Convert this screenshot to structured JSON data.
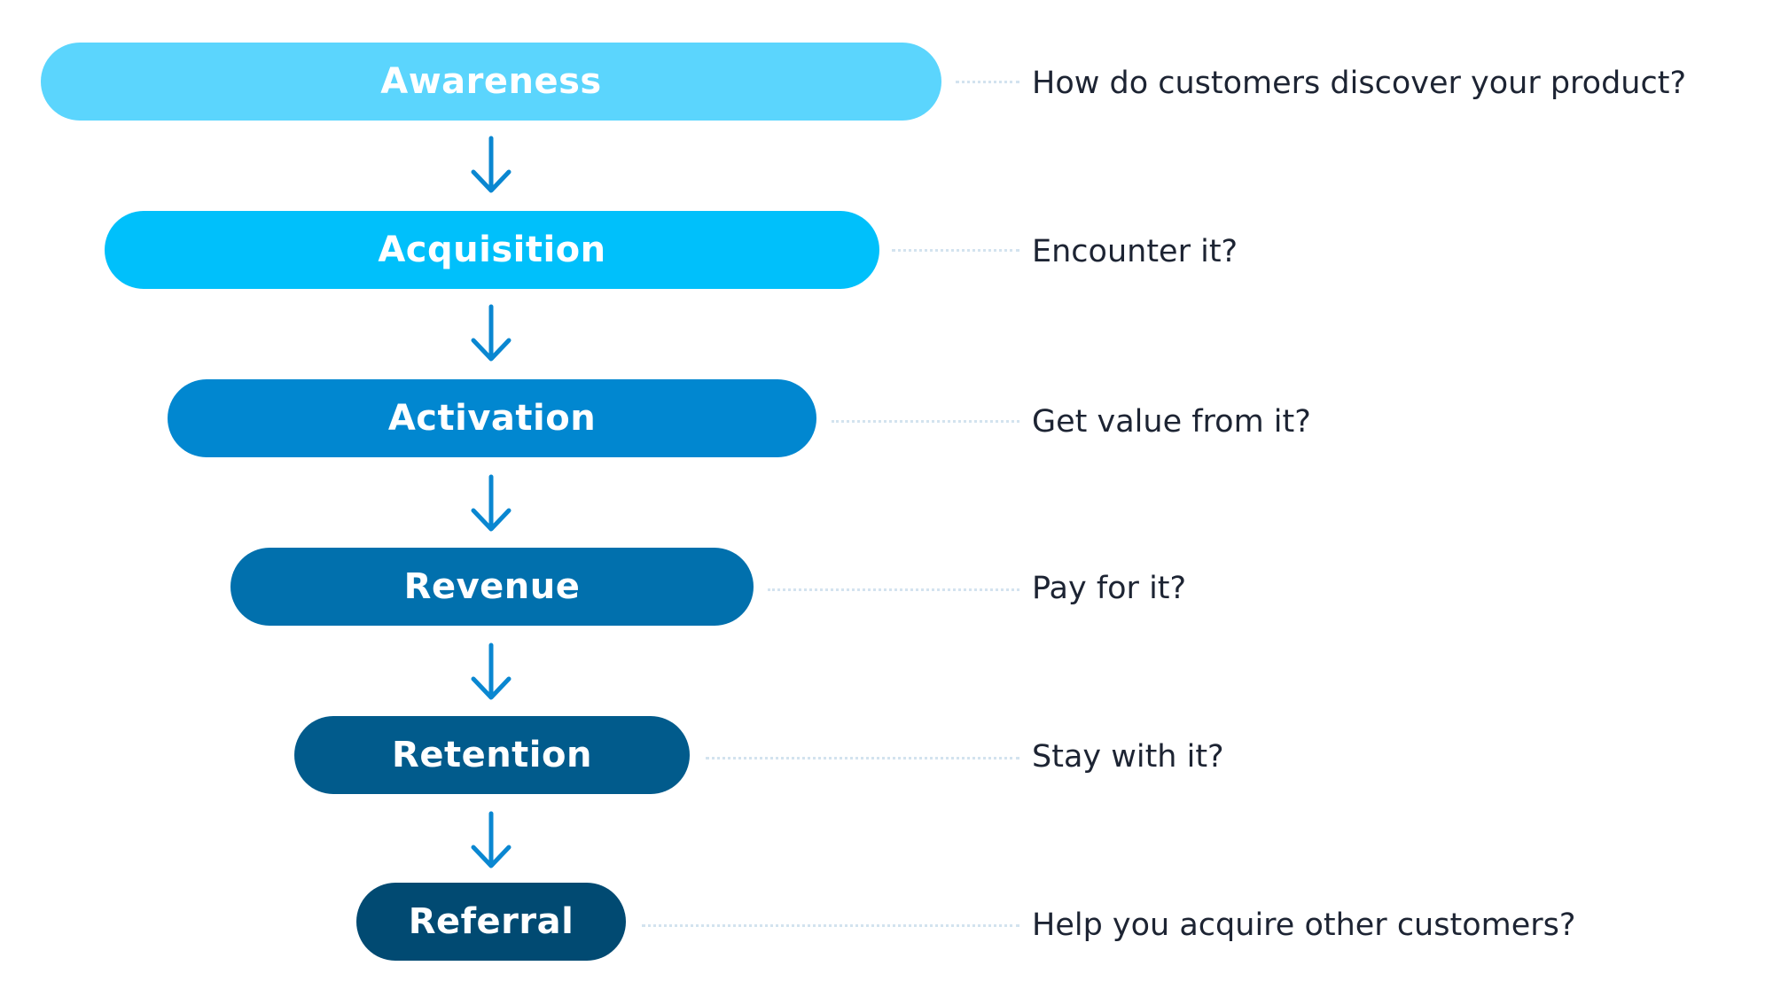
{
  "funnel": {
    "stages": [
      {
        "label": "Awareness",
        "question": "How do customers discover your product?",
        "color": "#5bd5fd"
      },
      {
        "label": "Acquisition",
        "question": "Encounter it?",
        "color": "#00c0fb"
      },
      {
        "label": "Activation",
        "question": "Get value from it?",
        "color": "#0187d0"
      },
      {
        "label": "Revenue",
        "question": "Pay for it?",
        "color": "#0170ad"
      },
      {
        "label": "Retention",
        "question": "Stay with it?",
        "color": "#015b8c"
      },
      {
        "label": "Referral",
        "question": "Help you acquire other customers?",
        "color": "#014a72"
      }
    ],
    "arrow_color": "#0a87d1",
    "connector_color": "#d3e3ef",
    "question_color": "#1d2433"
  }
}
